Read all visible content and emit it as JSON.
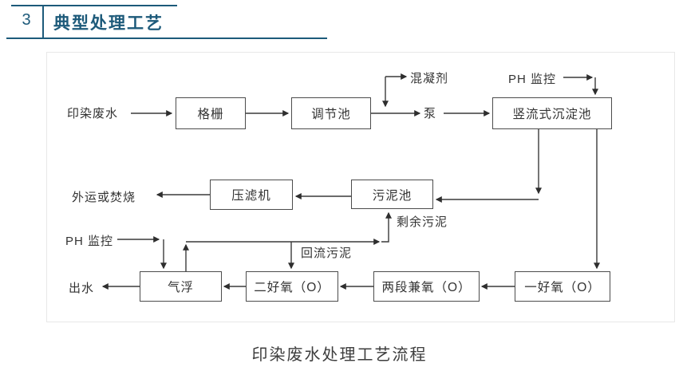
{
  "header": {
    "number": "3",
    "title": "典型处理工艺"
  },
  "diagram": {
    "boxes": [
      {
        "id": "screen",
        "label": "格栅"
      },
      {
        "id": "regulating-tank",
        "label": "调节池"
      },
      {
        "id": "vertical-sedimentation-tank",
        "label": "竖流式沉淀池"
      },
      {
        "id": "filter-press",
        "label": "压滤机"
      },
      {
        "id": "sludge-tank",
        "label": "污泥池"
      },
      {
        "id": "air-flotation",
        "label": "气浮"
      },
      {
        "id": "second-aerobic",
        "label": "二好氧（O）"
      },
      {
        "id": "two-stage-facultative",
        "label": "两段兼氧（O）"
      },
      {
        "id": "first-aerobic",
        "label": "一好氧（O）"
      }
    ],
    "labels": [
      {
        "id": "influent",
        "text": "印染废水"
      },
      {
        "id": "coagulant",
        "text": "混凝剂"
      },
      {
        "id": "pump",
        "text": "泵"
      },
      {
        "id": "ph-monitor-top",
        "text": "PH 监控"
      },
      {
        "id": "outbound-or-incineration",
        "text": "外运或焚烧"
      },
      {
        "id": "surplus-sludge",
        "text": "剩余污泥"
      },
      {
        "id": "ph-monitor-bottom",
        "text": "PH 监控"
      },
      {
        "id": "return-sludge",
        "text": "回流污泥"
      },
      {
        "id": "effluent",
        "text": "出水"
      }
    ]
  },
  "caption": "印染废水处理工艺流程",
  "colors": {
    "accent": "#1d5a7a",
    "line": "#3a3a3a",
    "box_border": "#4c4c4c",
    "frame_border": "#e8e8e8"
  }
}
